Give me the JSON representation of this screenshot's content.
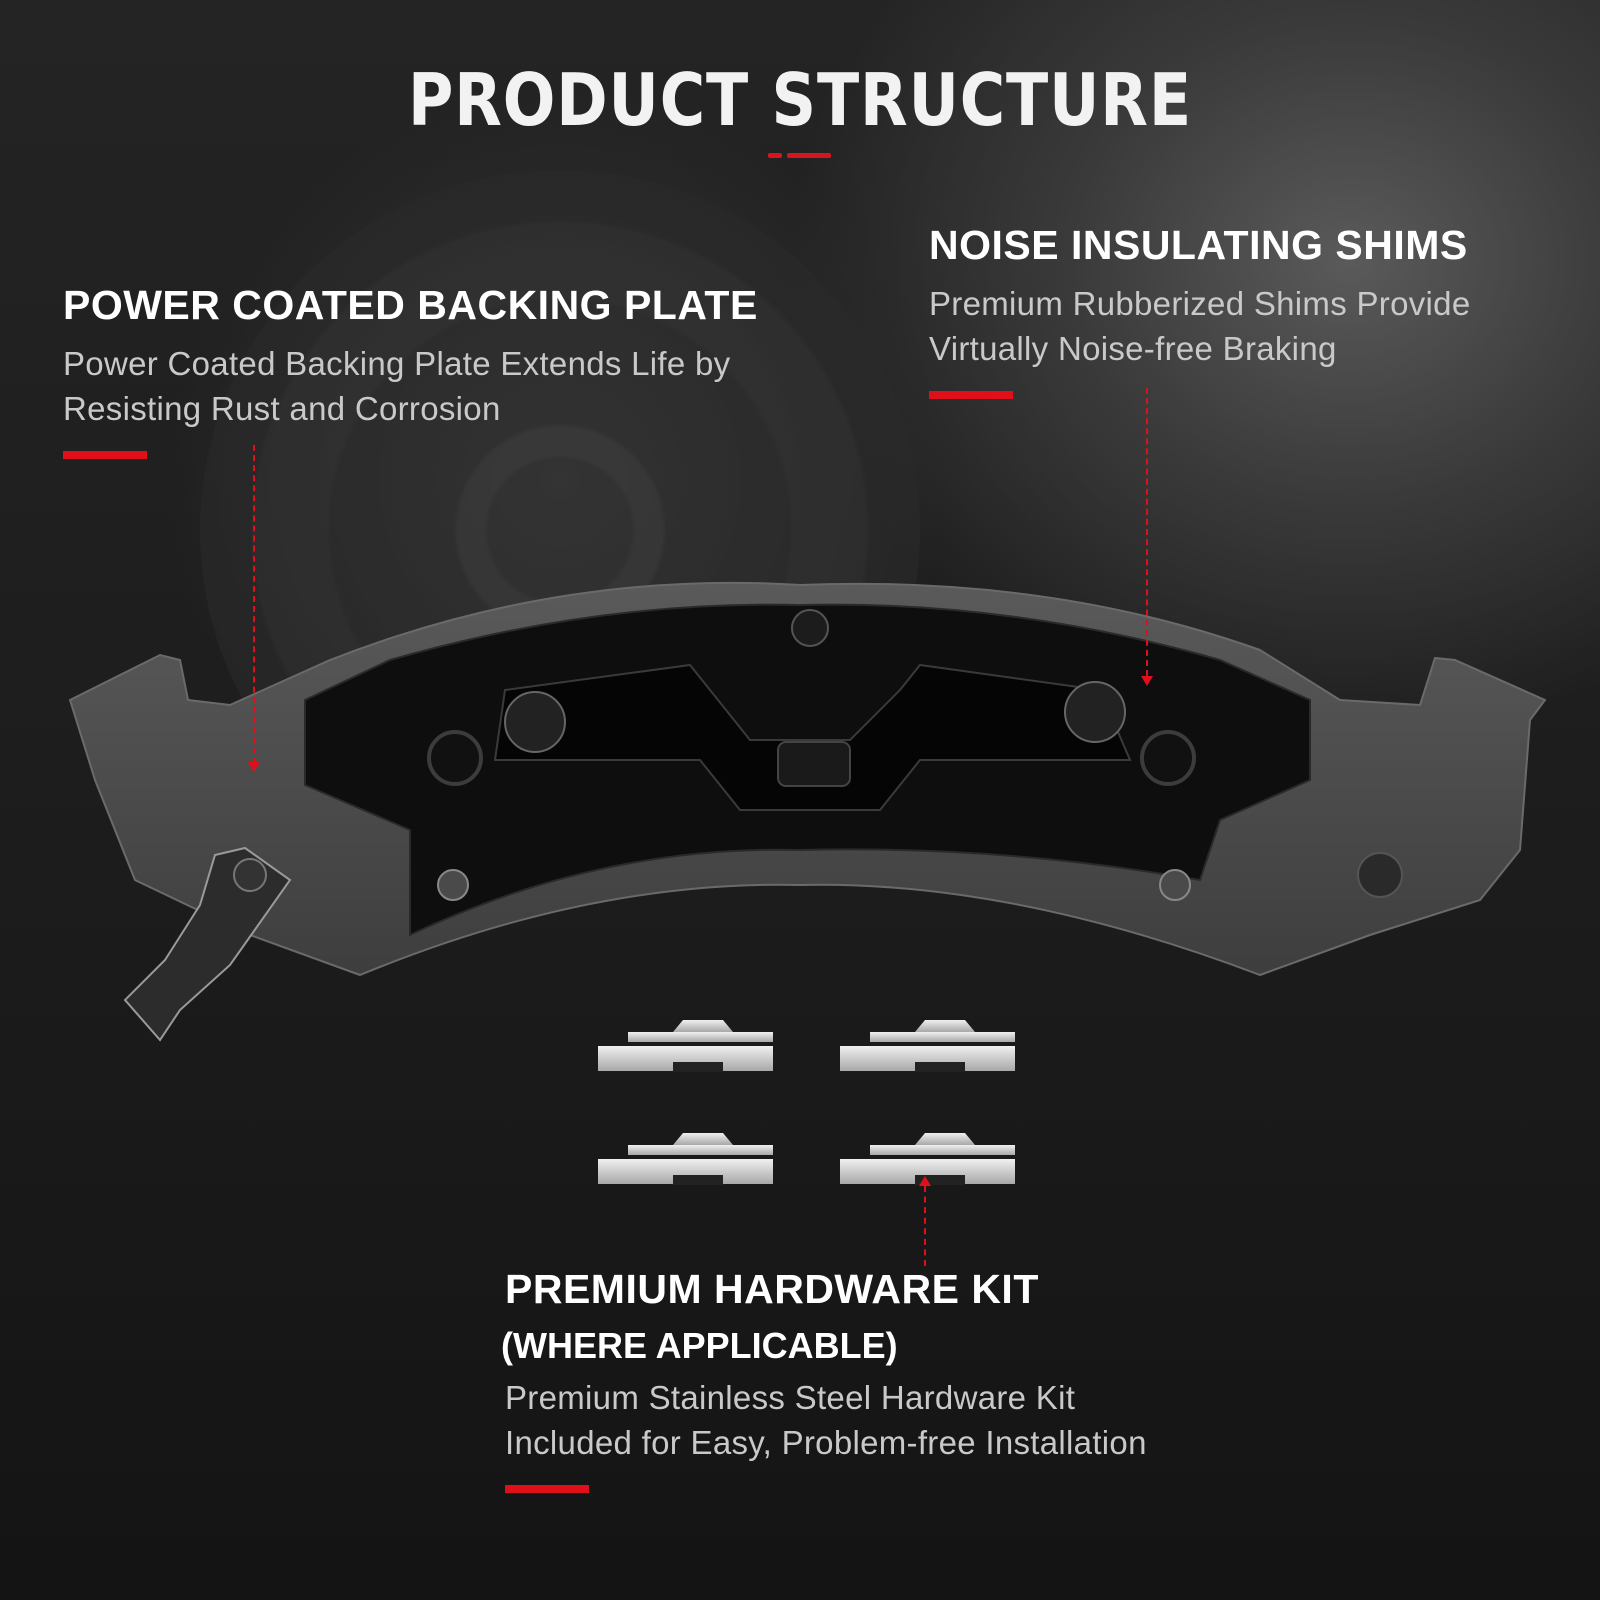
{
  "header": {
    "title": "PRODUCT STRUCTURE",
    "accent_color": "#d8141c"
  },
  "features": [
    {
      "title": "POWER COATED BACKING PLATE",
      "description_lines": [
        "Power Coated Backing Plate Extends Life by",
        "Resisting Rust and Corrosion"
      ]
    },
    {
      "title": "NOISE INSULATING SHIMS",
      "description_lines": [
        "Premium Rubberized Shims Provide",
        "Virtually Noise-free Braking"
      ]
    },
    {
      "title": "PREMIUM HARDWARE KIT",
      "subtitle": "(WHERE APPLICABLE)",
      "description_lines": [
        "Premium Stainless Steel Hardware Kit",
        "Included for Easy, Problem-free Installation"
      ]
    }
  ],
  "product": {
    "image": "brake-pad",
    "hardware_clips_count": 4
  },
  "colors": {
    "accent_red": "#e0101a",
    "background_dark": "#1c1c1c",
    "pad_gray": "#4a4a4a",
    "shim_black": "#0e0e0e",
    "clip_silver": "#d8d8d8"
  }
}
